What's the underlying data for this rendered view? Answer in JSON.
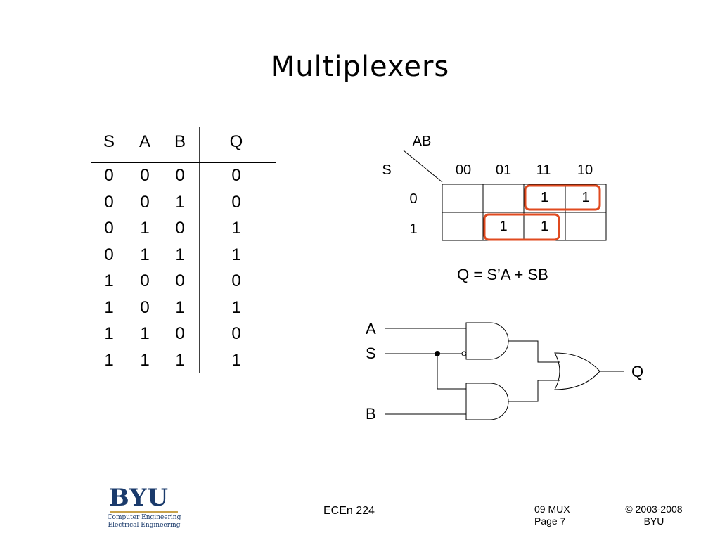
{
  "slide": {
    "title": "Multiplexers"
  },
  "truth_table": {
    "headers": [
      "S",
      "A",
      "B",
      "Q"
    ],
    "rows": [
      [
        "0",
        "0",
        "0",
        "0"
      ],
      [
        "0",
        "0",
        "1",
        "0"
      ],
      [
        "0",
        "1",
        "0",
        "1"
      ],
      [
        "0",
        "1",
        "1",
        "1"
      ],
      [
        "1",
        "0",
        "0",
        "0"
      ],
      [
        "1",
        "0",
        "1",
        "1"
      ],
      [
        "1",
        "1",
        "0",
        "0"
      ],
      [
        "1",
        "1",
        "1",
        "1"
      ]
    ]
  },
  "kmap": {
    "col_var": "AB",
    "row_var": "S",
    "col_labels": [
      "00",
      "01",
      "11",
      "10"
    ],
    "row_labels": [
      "0",
      "1"
    ],
    "cells": [
      [
        "",
        "",
        "1",
        "1"
      ],
      [
        "",
        "1",
        "1",
        ""
      ]
    ],
    "loop_color": "#e04a1f",
    "equation": "Q = S’A + SB"
  },
  "circuit": {
    "input_a": "A",
    "input_s": "S",
    "input_b": "B",
    "output_q": "Q"
  },
  "footer": {
    "logo_text": "BYU",
    "logo_sub1": "Computer Engineering",
    "logo_sub2": "Electrical Engineering",
    "course": "ECEn 224",
    "lecture": "09 MUX",
    "page": "Page 7",
    "copyright": "© 2003-2008",
    "org": "BYU"
  }
}
